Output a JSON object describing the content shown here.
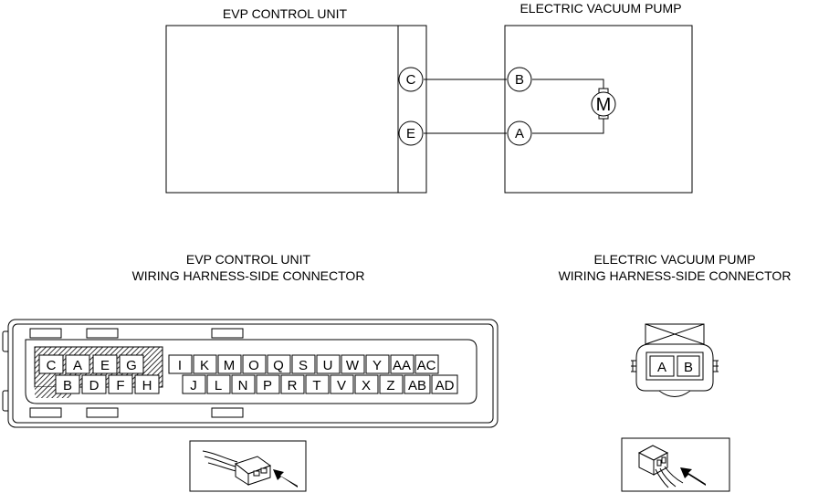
{
  "schematic": {
    "evp_unit_title": "EVP CONTROL UNIT",
    "pump_title": "ELECTRIC VACUUM PUMP",
    "evp_pins": [
      "C",
      "E"
    ],
    "pump_pins": [
      "B",
      "A"
    ],
    "motor_label": "M"
  },
  "connectors": {
    "evp": {
      "title_line1": "EVP CONTROL UNIT",
      "title_line2": "WIRING HARNESS-SIDE CONNECTOR",
      "hatched_top": [
        "C",
        "A",
        "E",
        "G"
      ],
      "hatched_bottom": [
        "B",
        "D",
        "F",
        "H"
      ],
      "top_row": [
        "I",
        "K",
        "M",
        "O",
        "Q",
        "S",
        "U",
        "W",
        "Y",
        "AA",
        "AC"
      ],
      "bottom_row": [
        "J",
        "L",
        "N",
        "P",
        "R",
        "T",
        "V",
        "X",
        "Z",
        "AB",
        "AD"
      ]
    },
    "pump": {
      "title_line1": "ELECTRIC VACUUM PUMP",
      "title_line2": "WIRING HARNESS-SIDE CONNECTOR",
      "pins": [
        "A",
        "B"
      ]
    }
  }
}
